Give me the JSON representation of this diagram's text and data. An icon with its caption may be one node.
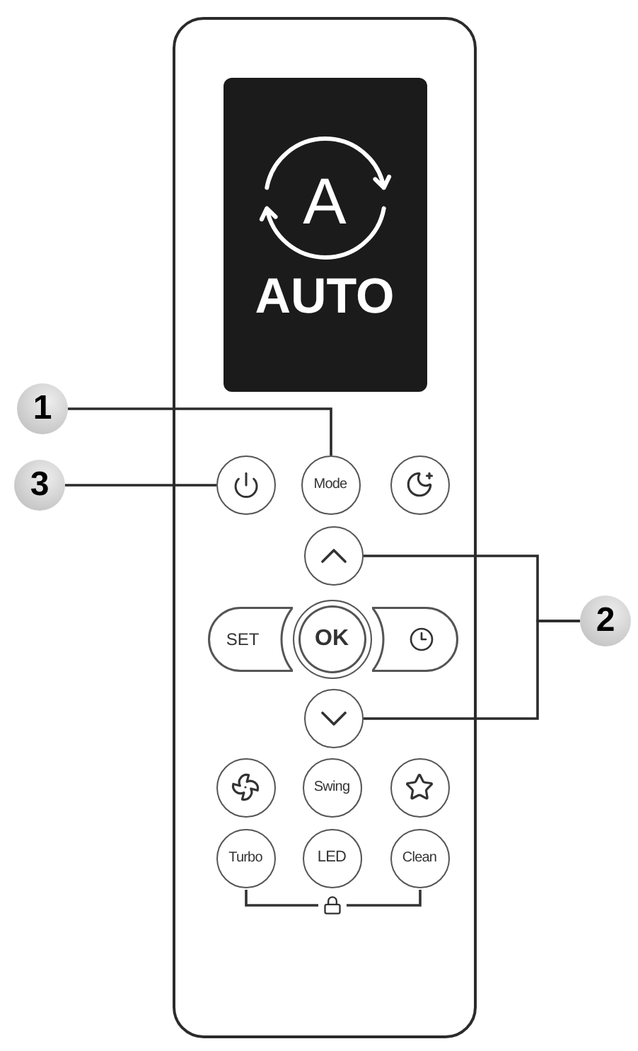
{
  "diagram": {
    "nodes": [
      {
        "text": [],
        "shape": "box"
      },
      {
        "text": [
          "A",
          "AUTO"
        ],
        "in": 0
      },
      {
        "text": [
          "1"
        ]
      },
      {
        "text": [
          "3"
        ]
      },
      {
        "text": [],
        "shape": "circle",
        "in": 0
      },
      {
        "text": [
          "Mode"
        ],
        "in": 0
      },
      {
        "text": [],
        "shape": "circle",
        "in": 0
      },
      {
        "text": [],
        "shape": "circle",
        "in": 0
      },
      {
        "text": [
          "SET"
        ],
        "in": 0
      },
      {
        "text": [
          "OK"
        ],
        "in": 0
      },
      {
        "text": [],
        "shape": "pill",
        "in": 0
      },
      {
        "text": [
          "2"
        ]
      },
      {
        "text": [],
        "shape": "circle",
        "in": 0
      },
      {
        "text": [],
        "shape": "circle",
        "in": 0
      },
      {
        "text": [
          "Swing"
        ],
        "in": 0
      },
      {
        "text": [],
        "shape": "circle",
        "in": 0
      },
      {
        "text": [
          "Turbo"
        ],
        "in": 0
      },
      {
        "text": [
          "LED"
        ],
        "in": 0
      },
      {
        "text": [
          "Clean"
        ],
        "in": 0
      }
    ],
    "edges": [
      {
        "from": 2,
        "to": 5,
        "arrow": "none"
      },
      {
        "from": 3,
        "to": 4,
        "arrow": "none"
      },
      {
        "from": 11,
        "to": 7,
        "arrow": "none"
      },
      {
        "from": 11,
        "to": 12,
        "arrow": "none"
      }
    ]
  }
}
